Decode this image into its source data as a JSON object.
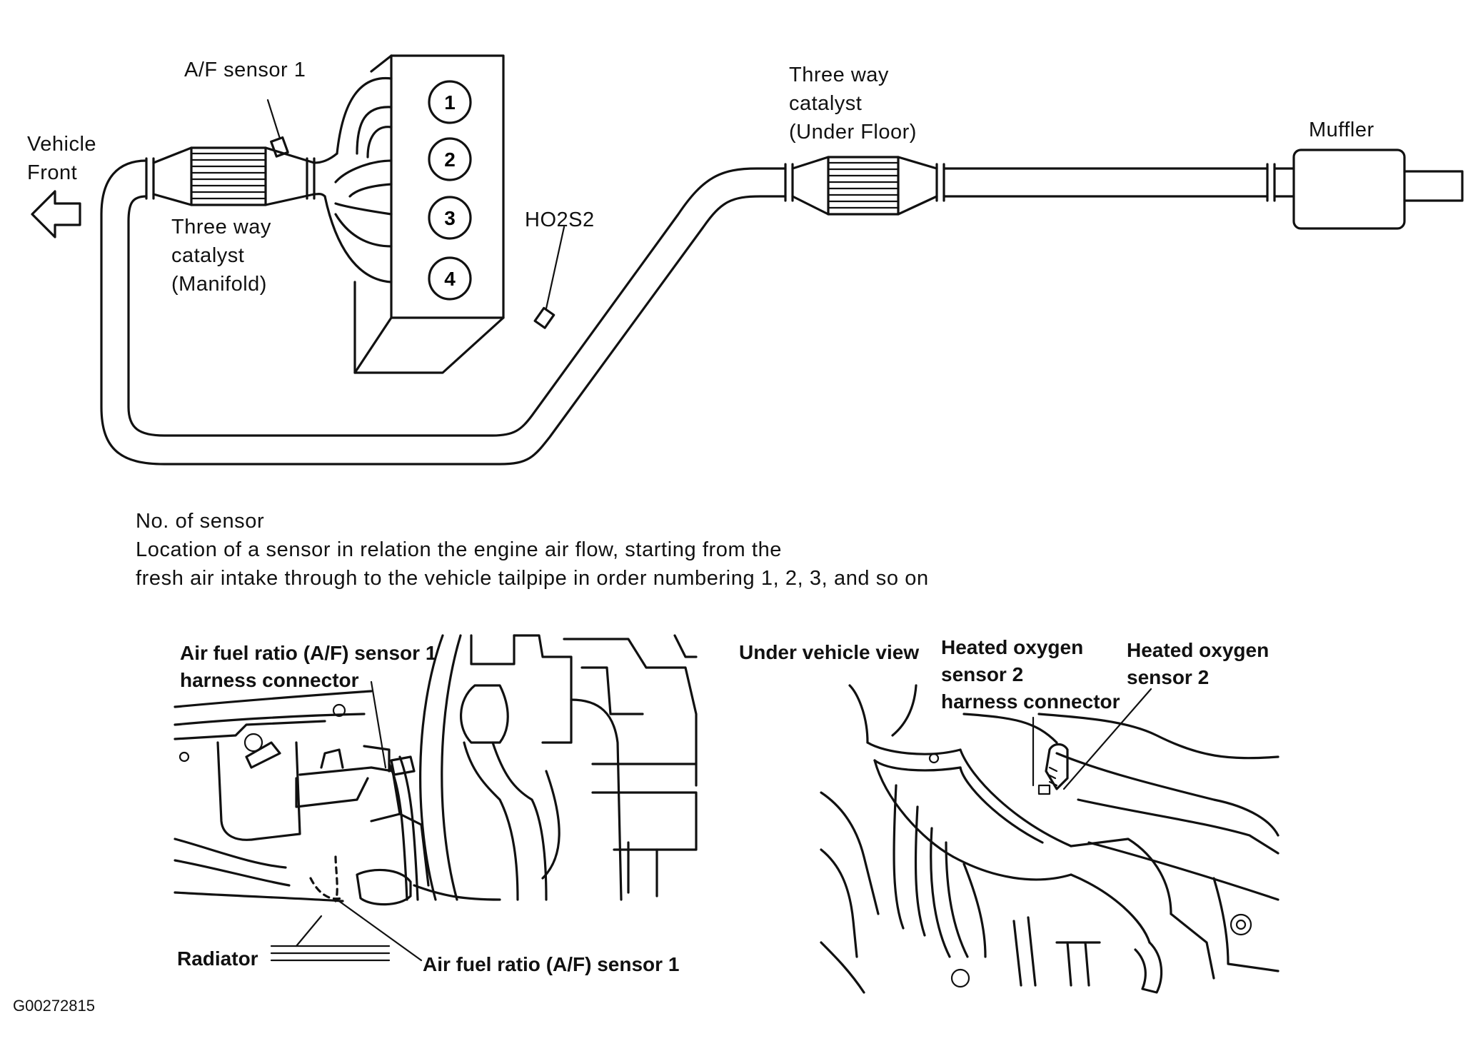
{
  "labels": {
    "af_sensor_1": "A/F sensor 1",
    "vehicle_front": [
      "Vehicle",
      "Front"
    ],
    "catalyst_manifold": [
      "Three way",
      "catalyst",
      "(Manifold)"
    ],
    "catalyst_under_floor": [
      "Three way",
      "catalyst",
      "(Under Floor)"
    ],
    "ho2s2": "HO2S2",
    "muffler": "Muffler",
    "cylinders": [
      "1",
      "2",
      "3",
      "4"
    ]
  },
  "note": {
    "title": "No. of sensor",
    "lines": [
      "Location of a sensor in relation the engine air flow, starting from the",
      "fresh air intake through to the vehicle tailpipe in order numbering 1, 2, 3, and so on"
    ]
  },
  "left_view": {
    "connector_label": [
      "Air fuel ratio (A/F) sensor 1",
      "harness connector"
    ],
    "radiator": "Radiator",
    "sensor_label": "Air fuel ratio (A/F) sensor 1"
  },
  "right_view": {
    "title": "Under vehicle view",
    "connector_label": [
      "Heated oxygen",
      "sensor 2",
      "harness connector"
    ],
    "sensor_label": [
      "Heated oxygen",
      "sensor 2"
    ]
  },
  "figure_code": "G00272815"
}
